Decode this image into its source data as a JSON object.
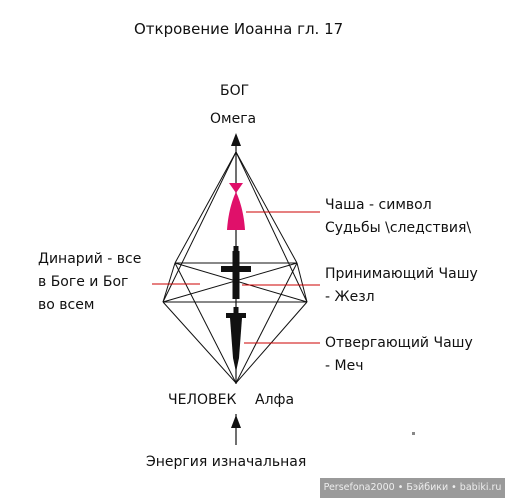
{
  "title": "Откровение Иоанна гл. 17",
  "top_label": "БОГ",
  "omega_label": "Омега",
  "bottom_left_label": "ЧЕЛОВЕК",
  "bottom_right_label": "Алфа",
  "footer_label": "Энергия изначальная",
  "left_note": [
    "Динарий - все",
    "в Боге и Бог",
    "во всем"
  ],
  "right_notes": {
    "cup": [
      "Чаша - символ",
      "Судьбы \\следствия\\"
    ],
    "staff": [
      "Принимающий Чашу",
      "- Жезл"
    ],
    "sword": [
      "Отвергающий Чашу",
      "- Меч"
    ]
  },
  "colors": {
    "cup": "#e0106a",
    "pointer": "#cc0000",
    "lines": "#111111",
    "watermark_bg": "#9a9a9a"
  },
  "watermark": "Persefona2000 • Бэйбики • babiki.ru"
}
